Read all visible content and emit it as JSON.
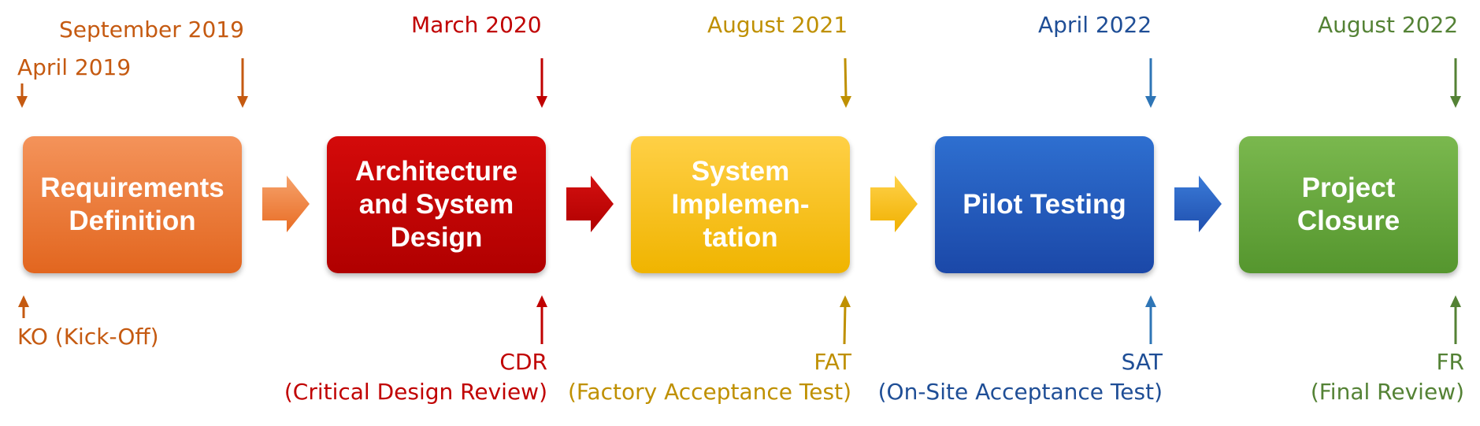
{
  "milestones_top": {
    "kickoff_date": "April 2019",
    "req_end_date": "September 2019",
    "cdr_date": "March 2020",
    "fat_date": "August 2021",
    "sat_date": "April 2022",
    "fr_date": "August 2022"
  },
  "phases": [
    {
      "label": "Requirements Definition",
      "lines": [
        "Requirements",
        "Definition"
      ]
    },
    {
      "label": "Architecture and System Design",
      "lines": [
        "Architecture",
        "and System",
        "Design"
      ]
    },
    {
      "label": "System Implementation",
      "lines": [
        "System",
        "Implemen-",
        "tation"
      ]
    },
    {
      "label": "Pilot Testing",
      "lines": [
        "Pilot Testing"
      ]
    },
    {
      "label": "Project Closure",
      "lines": [
        "Project",
        "Closure"
      ]
    }
  ],
  "milestones_bottom": {
    "ko": "KO (Kick-Off)",
    "cdr_abbr": "CDR",
    "cdr_full": "(Critical Design Review)",
    "fat_abbr": "FAT",
    "fat_full": "(Factory Acceptance Test)",
    "sat_abbr": "SAT",
    "sat_full": "(On-Site Acceptance Test)",
    "fr_abbr": "FR",
    "fr_full": "(Final Review)"
  },
  "colors": {
    "orange": "#c55a11",
    "red": "#c00000",
    "gold": "#bf9000",
    "blue": "#2e75b6",
    "green": "#548235"
  }
}
